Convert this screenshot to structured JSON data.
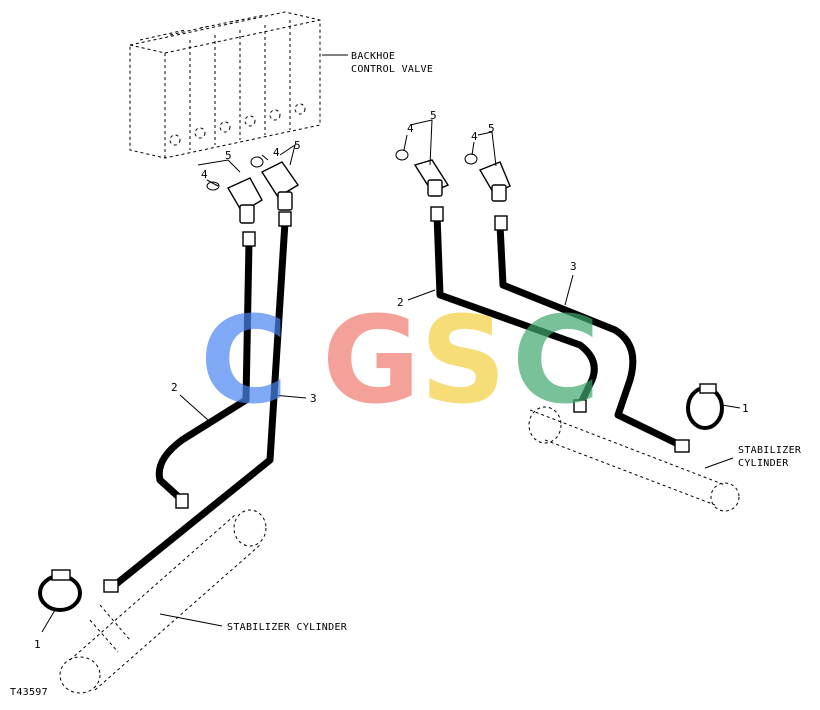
{
  "labels": {
    "control_valve_line1": "BACKHOE",
    "control_valve_line2": "CONTROL VALVE",
    "left_cylinder": "STABILIZER CYLINDER",
    "right_cylinder_line1": "STABILIZER",
    "right_cylinder_line2": "CYLINDER",
    "figure_id": "T43597"
  },
  "callouts": {
    "left_fit_a_4": "4",
    "left_fit_a_5": "5",
    "left_fit_b_4": "4",
    "left_fit_b_5": "5",
    "right_fit_a_4": "4",
    "right_fit_a_5": "5",
    "right_fit_b_4": "4",
    "right_fit_b_5": "5",
    "left_hose_2": "2",
    "left_hose_3": "3",
    "right_hose_2": "2",
    "right_hose_3": "3",
    "left_clamp_1": "1",
    "right_clamp_1": "1"
  },
  "watermark": {
    "letters": [
      "C",
      "G",
      "S",
      "C"
    ],
    "colors": [
      "#4a86f0",
      "#f07a70",
      "#f5d040",
      "#3fa86f"
    ]
  }
}
